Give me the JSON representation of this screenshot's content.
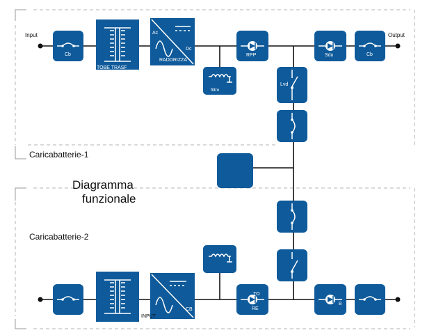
{
  "colors": {
    "block": "#0e5a9a",
    "wire": "#111111",
    "frame": "#b5b5b5"
  },
  "title_lines": [
    "Diagramma",
    "funzionale"
  ],
  "sections": {
    "top": "Caricabatterie-1",
    "bottom": "Caricabatterie-2"
  },
  "terminals": {
    "input": "Input",
    "output": "Output",
    "input_bottom": "INPUT"
  },
  "blocks": {
    "cb_in": "Cb",
    "transformer": "TOBE TRASF",
    "rectifier_ac": "Ac",
    "rectifier_dc": "Dc",
    "rectifier": "RADDRIZZA",
    "filter": "filtro",
    "rpp": "RPP",
    "sdu": "Sdu",
    "cb_out": "Cb",
    "lvd": "Lvd",
    "rectifier2_cb": "CB",
    "rpp2_a": "TO",
    "rpp2_b": "RE",
    "sdu2": "B"
  },
  "icons": {
    "fuse": "fuse-icon",
    "transformer": "transformer-icon",
    "rectifier": "rectifier-icon",
    "filter": "inductor-filter-icon",
    "diode": "diode-icon",
    "switch": "switch-icon"
  }
}
